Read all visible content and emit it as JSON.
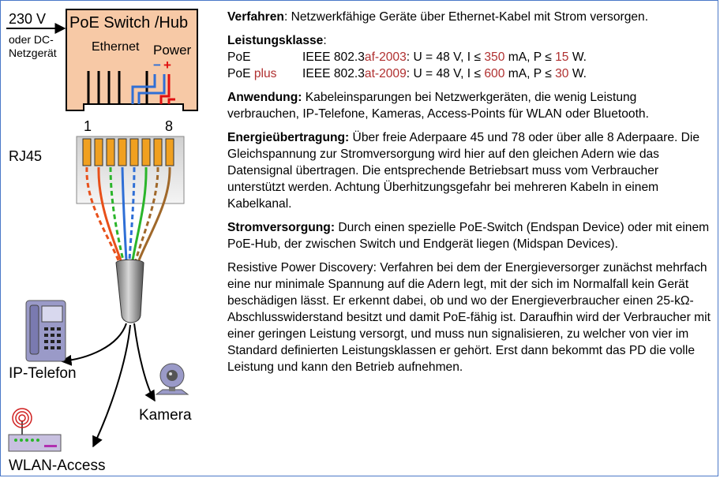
{
  "diagram": {
    "input_voltage": "230 V",
    "input_alt": "oder DC-",
    "input_alt2": "Netzgerät",
    "switch_title": "PoE Switch /Hub",
    "ethernet_label": "Ethernet",
    "power_label": "Power",
    "minus_sign": "−",
    "plus_sign": "+",
    "pin_first": "1",
    "pin_last": "8",
    "connector_label": "RJ45",
    "device_phone": "IP-Telefon",
    "device_camera": "Kamera",
    "device_wlan": "WLAN-Access",
    "colors": {
      "switch_fill": "#f7c9a6",
      "pin_fill": "#f0a020",
      "wire_orange": "#e8501a",
      "wire_green": "#2bb52b",
      "wire_blue": "#2f6fd6",
      "wire_brown": "#a0682a",
      "wire_red": "#e01010"
    }
  },
  "text": {
    "verfahren_title": "Verfahren",
    "verfahren_body": ": Netzwerkfähige Geräte über Ethernet-Kabel mit Strom versorgen.",
    "leistung_title": "Leistungsklasse",
    "leistung_colon": ":",
    "classes": [
      {
        "name": "PoE",
        "name_suffix": "",
        "std_prefix": "IEEE 802.3",
        "std_code": "af-2003",
        "formula_a": ":  U = 48 V, I ≤ ",
        "current": "350",
        "formula_b": " mA, P ≤ ",
        "power": "15",
        "formula_c": " W."
      },
      {
        "name": "PoE ",
        "name_suffix": "plus",
        "std_prefix": "IEEE 802.3",
        "std_code": "at-2009",
        "formula_a": ":  U = 48 V, I ≤ ",
        "current": "600",
        "formula_b": " mA, P ≤ ",
        "power": "30",
        "formula_c": " W."
      }
    ],
    "anwendung_title": "Anwendung:",
    "anwendung_body": " Kabeleinsparungen bei Netzwerkgeräten, die wenig Leistung verbrauchen, IP-Telefone, Kameras, Access-Points für WLAN oder Bluetooth.",
    "energie_title": "Energieübertragung:",
    "energie_body": " Über freie Aderpaare 45 und 78 oder über alle 8 Aderpaare. Die Gleichspannung zur Stromversorgung wird hier auf den gleichen Adern wie das Datensignal übertragen. Die entsprechende Betriebsart muss vom Verbraucher unterstützt werden. Achtung Überhitzungsgefahr bei mehreren Kabeln in einem Kabelkanal.",
    "strom_title": "Stromversorgung:",
    "strom_body": " Durch einen spezielle PoE-Switch (Endspan Device) oder mit einem PoE-Hub, der zwischen Switch und Endgerät liegen (Midspan Devices).",
    "resistive_body": "Resistive Power Discovery: Verfahren bei dem der Energieversorger zunächst mehrfach eine nur minimale Spannung auf die Adern legt, mit der sich im Normalfall kein Gerät beschädigen lässt. Er erkennt dabei, ob und wo der Energieverbraucher einen 25-kΩ-Abschlusswiderstand besitzt und damit PoE-fähig ist. Daraufhin wird der Verbraucher mit einer geringen Leistung versorgt, und muss nun signalisieren, zu welcher von vier im Standard definierten Leistungsklassen er gehört. Erst dann bekommt das PD die volle Leistung und kann den Betrieb aufnehmen."
  }
}
